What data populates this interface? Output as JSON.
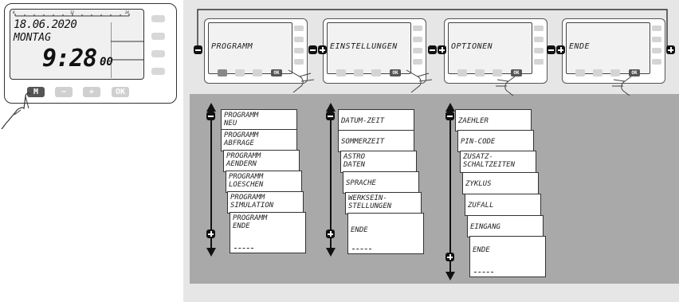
{
  "device": {
    "date": "18.06.2020",
    "weekday": "MONTAG",
    "time": "9:28",
    "seconds": "00",
    "ruler_ticks": [
      "0",
      "12",
      "24"
    ],
    "buttons": {
      "m": "M",
      "minus": "−",
      "plus": "+",
      "ok": "OK"
    }
  },
  "flow": {
    "screens": [
      {
        "label": "PROGRAMM"
      },
      {
        "label": "EINSTELLUNGEN"
      },
      {
        "label": "OPTIONEN"
      },
      {
        "label": "ENDE"
      }
    ]
  },
  "menus": {
    "programm": [
      "PROGRAMM\nNEU",
      "PROGRAMM\nABFRAGE",
      "PROGRAMM\nAENDERN",
      "PROGRAMM\nLOESCHEN",
      "PROGRAMM\nSIMULATION",
      "PROGRAMM\nENDE"
    ],
    "einstellungen": [
      "DATUM-ZEIT",
      "SOMMERZEIT",
      "ASTRO\nDATEN",
      "SPRACHE",
      "WERKSEIN-\nSTELLUNGEN",
      "ENDE"
    ],
    "optionen": [
      "ZAEHLER",
      "PIN-CODE",
      "ZUSATZ-\nSCHALTZEITEN",
      "ZYKLUS",
      "ZUFALL",
      "EINGANG",
      "ENDE"
    ]
  },
  "colors": {
    "panel": "#e6e6e6",
    "dark_panel": "#a9a9a9",
    "button_gray": "#d0d0d0"
  }
}
